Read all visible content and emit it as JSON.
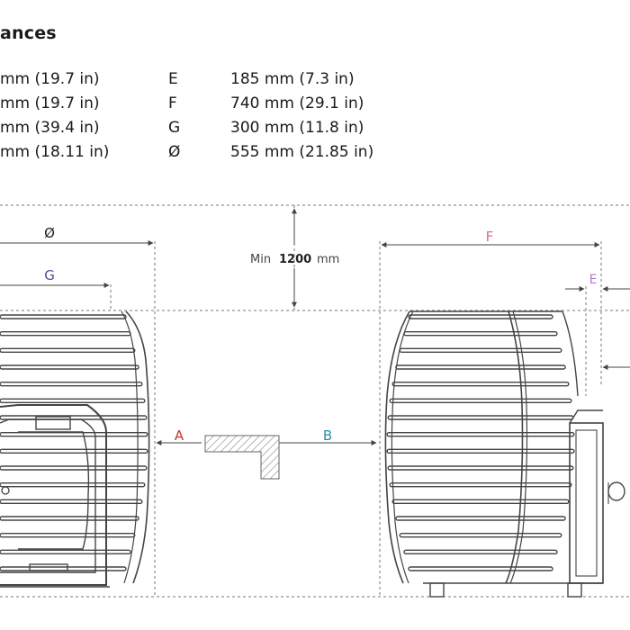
{
  "title": "ances",
  "specs_left": [
    "mm (19.7 in)",
    "mm (19.7 in)",
    "mm (39.4 in)",
    "mm (18.11 in)"
  ],
  "specs_right": [
    {
      "key": "E",
      "value": "185 mm (7.3 in)"
    },
    {
      "key": "F",
      "value": "740 mm (29.1 in)"
    },
    {
      "key": "G",
      "value": "300 mm (11.8 in)"
    },
    {
      "key": "Ø",
      "value": "555 mm (21.85 in)"
    }
  ],
  "diagram": {
    "label_diameter": "Ø",
    "label_g": "G",
    "label_a": "A",
    "label_b": "B",
    "label_f": "F",
    "label_e": "E",
    "min_prefix": "Min",
    "min_value": "1200",
    "min_unit": "mm",
    "colors": {
      "a": "#c0392b",
      "b": "#2a8fa0",
      "f": "#e0679a",
      "e": "#b07bd1",
      "g": "#4d4e9b",
      "line": "#555555"
    }
  }
}
